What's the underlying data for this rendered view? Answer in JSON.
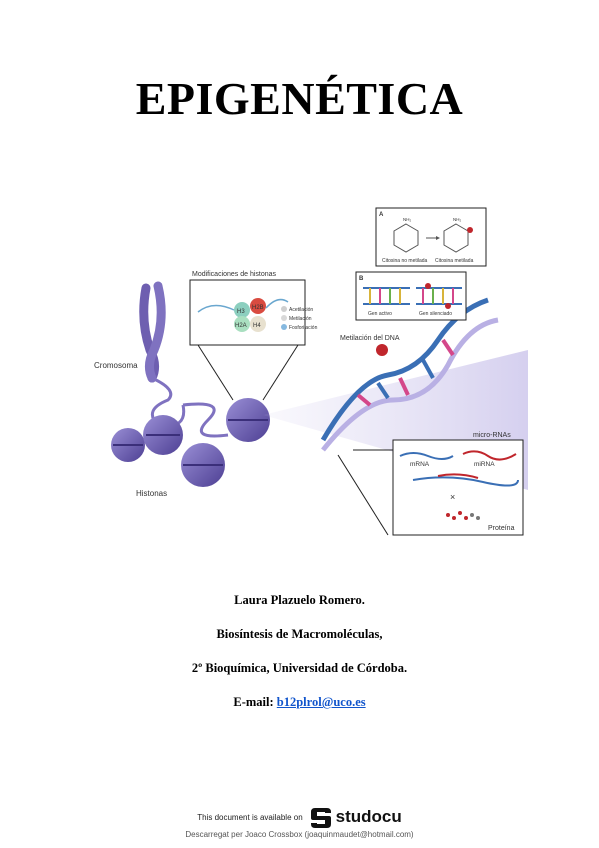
{
  "document": {
    "title": "EPIGENÉTICA",
    "author": "Laura Plazuelo Romero.",
    "course": "Biosíntesis de Macromoléculas,",
    "institution": "2º Bioquímica, Universidad de Córdoba.",
    "email_label": "E-mail:",
    "email": "b12plrol@uco.es"
  },
  "figure": {
    "labels": {
      "cromosoma": "Cromosoma",
      "histonas": "Histonas",
      "modificaciones": "Modificaciones de histonas",
      "acetilacion": "Acetilación",
      "metilacion": "Metilación",
      "fosforilacion": "Fosforilación",
      "h3": "H3",
      "h2b": "H2B",
      "h2a": "H2A",
      "h4": "H4",
      "metilacion_dna": "Metilación del DNA",
      "panel_a": "A",
      "panel_b": "B",
      "nh2_left": "NH₂",
      "nh2_right": "NH₂",
      "citosina_no": "Citosina no metilada",
      "citosina_met": "Citosina metilada",
      "gen_activo": "Gen activo",
      "gen_silenciado": "Gen silenciado",
      "micro_rnas": "micro-RNAs",
      "mrna": "mRNA",
      "mirna": "miRNA",
      "proteina": "Proteína"
    },
    "colors": {
      "chromatin": "#6e5fb0",
      "dna_blue": "#3a6fb5",
      "dna_pink": "#d4478a",
      "methyl_red": "#c0262c"
    }
  },
  "footer": {
    "available_text": "This document is available on",
    "brand": "studocu",
    "download_text": "Descarregat per Joaco Crossbox (joaquinmaudet@hotmail.com)"
  }
}
